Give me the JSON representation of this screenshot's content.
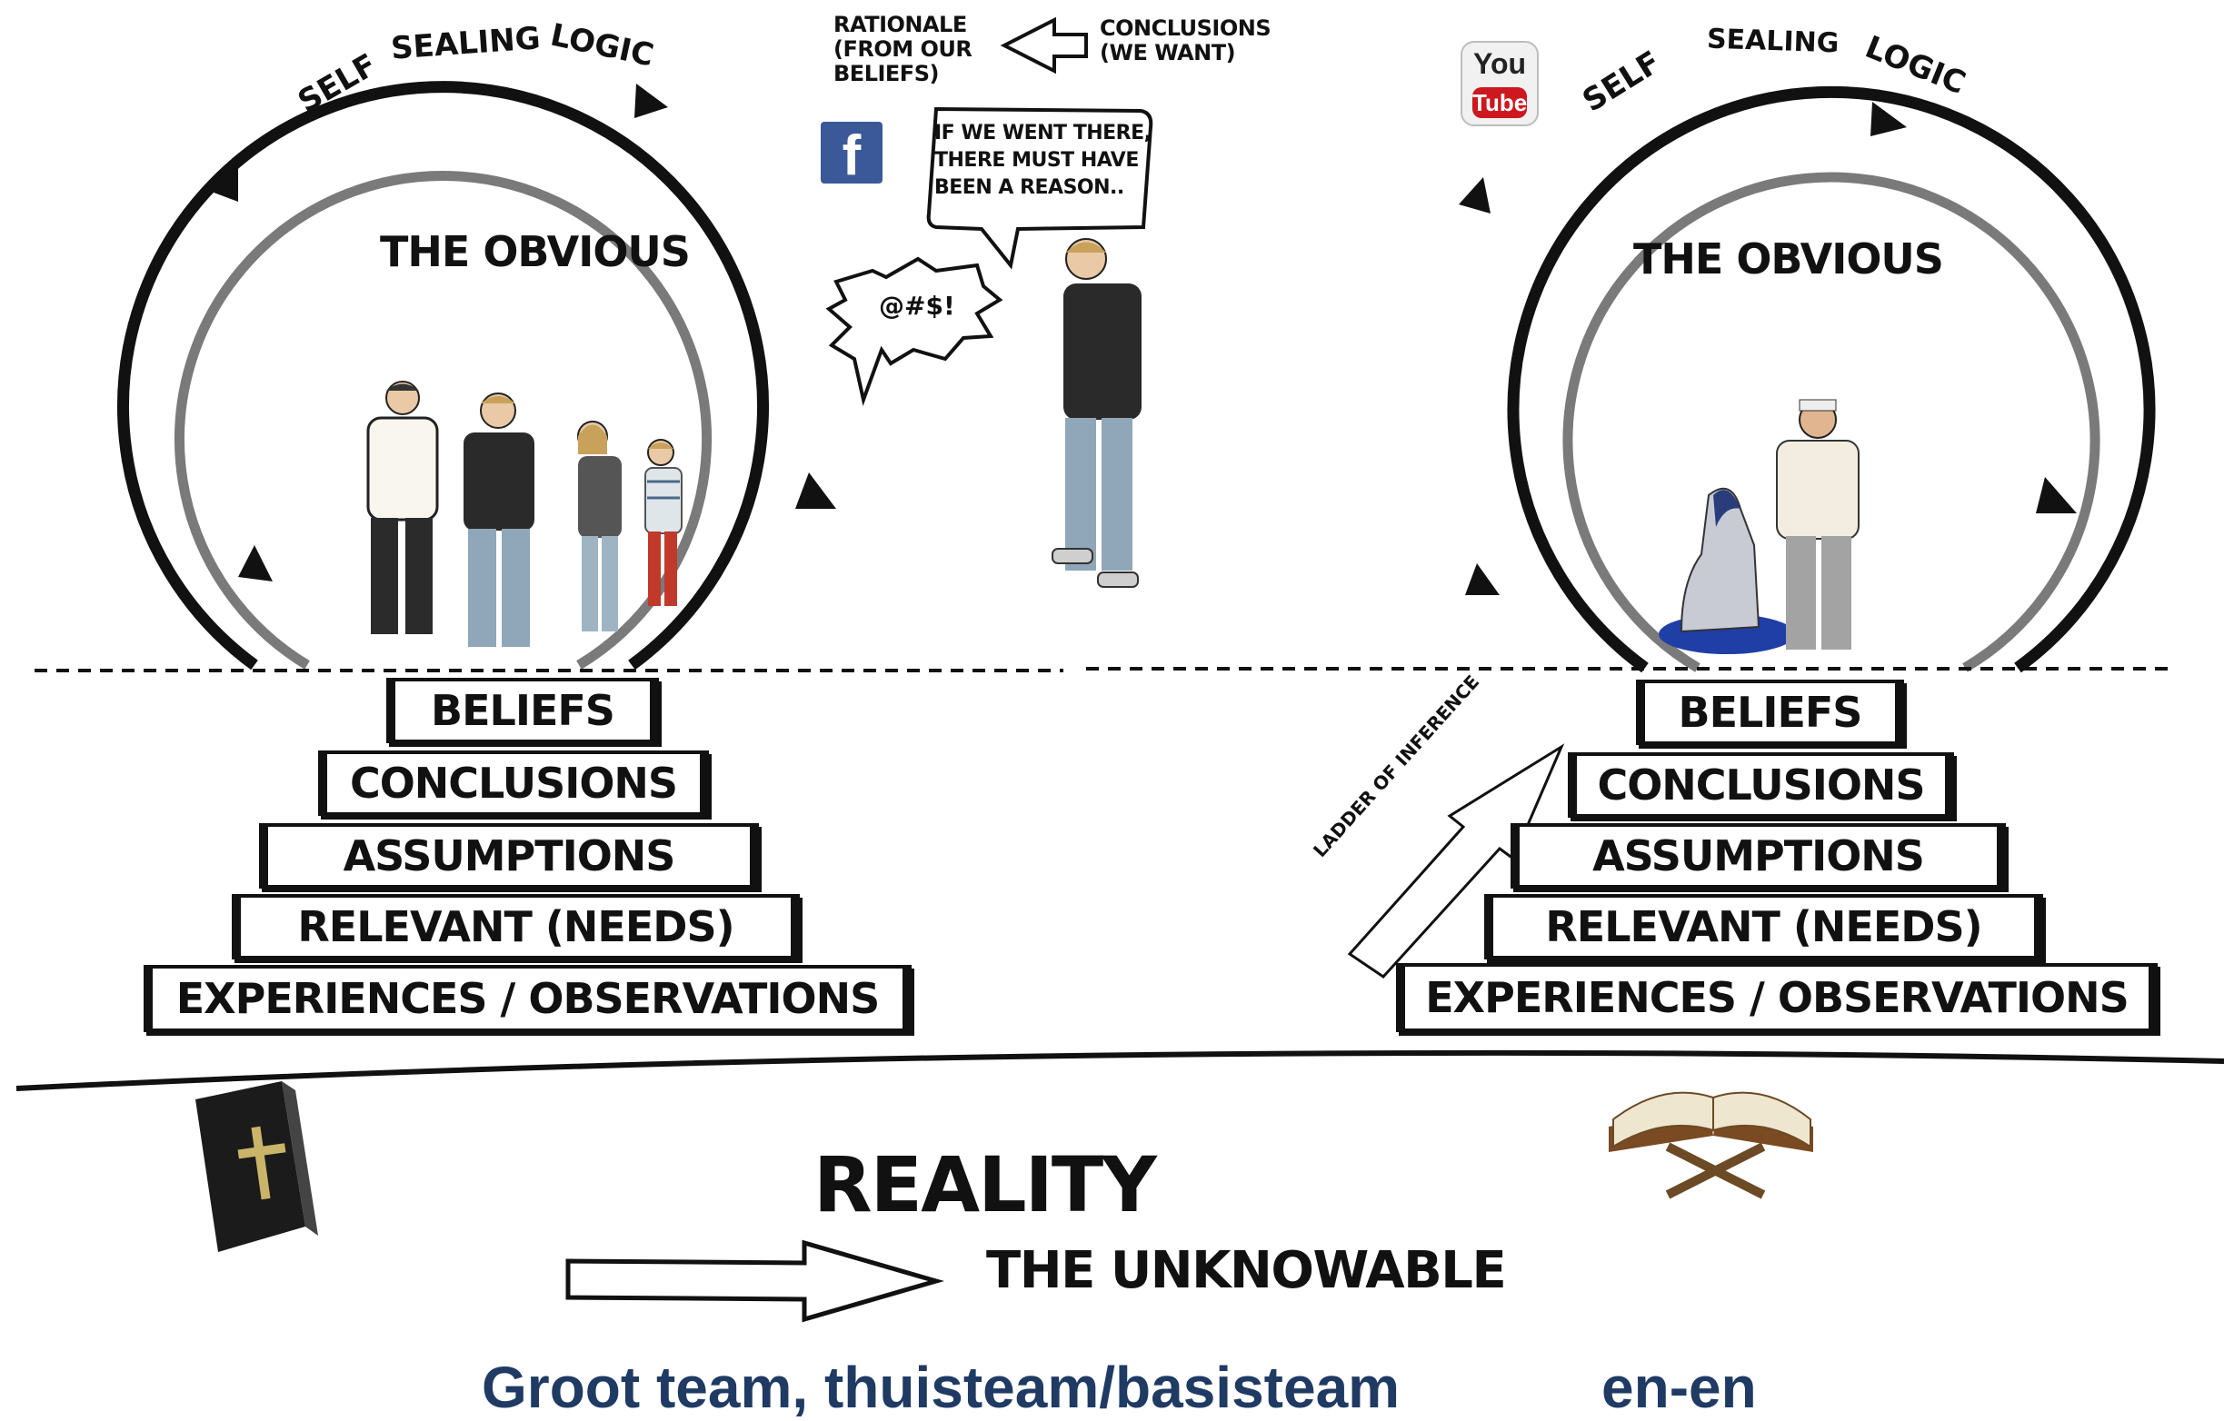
{
  "left_diagram": {
    "arc_labels": [
      "SELF",
      "SEALING",
      "LOGIC"
    ],
    "circle_label": "THE OBVIOUS",
    "ladder_steps": [
      "BELIEFS",
      "CONCLUSIONS",
      "ASSUMPTIONS",
      "RELEVANT (NEEDS)",
      "EXPERIENCES / OBSERVATIONS"
    ]
  },
  "right_diagram": {
    "arc_labels": [
      "SELF",
      "SEALING",
      "LOGIC"
    ],
    "circle_label": "THE OBVIOUS",
    "ladder_steps": [
      "BELIEFS",
      "CONCLUSIONS",
      "ASSUMPTIONS",
      "RELEVANT (NEEDS)",
      "EXPERIENCES / OBSERVATIONS"
    ],
    "ladder_arrow_label": "LADDER OF INFERENCE"
  },
  "rationale": {
    "left_lines": [
      "RATIONALE",
      "(FROM OUR",
      "BELIEFS)"
    ],
    "right_lines": [
      "CONCLUSIONS",
      "(WE WANT)"
    ]
  },
  "speech_bubble": [
    "IF WE WENT THERE,",
    "THERE MUST HAVE",
    "BEEN A REASON.."
  ],
  "curse_bubble": "@#$!",
  "youtube_logo": {
    "top": "You",
    "bottom": "Tube"
  },
  "facebook_logo": "f",
  "reality_label": "REALITY",
  "unknowable_label": "THE UNKNOWABLE",
  "caption": {
    "left": "Groot team, thuisteam/basisteam",
    "right": "en-en"
  },
  "colors": {
    "caption": "#1f3a63",
    "facebook": "#3b5998",
    "youtube": "#cc181e",
    "ink": "#111111"
  },
  "icons": [
    "bible-icon",
    "quran-on-stand-icon",
    "facebook-icon",
    "youtube-icon"
  ]
}
